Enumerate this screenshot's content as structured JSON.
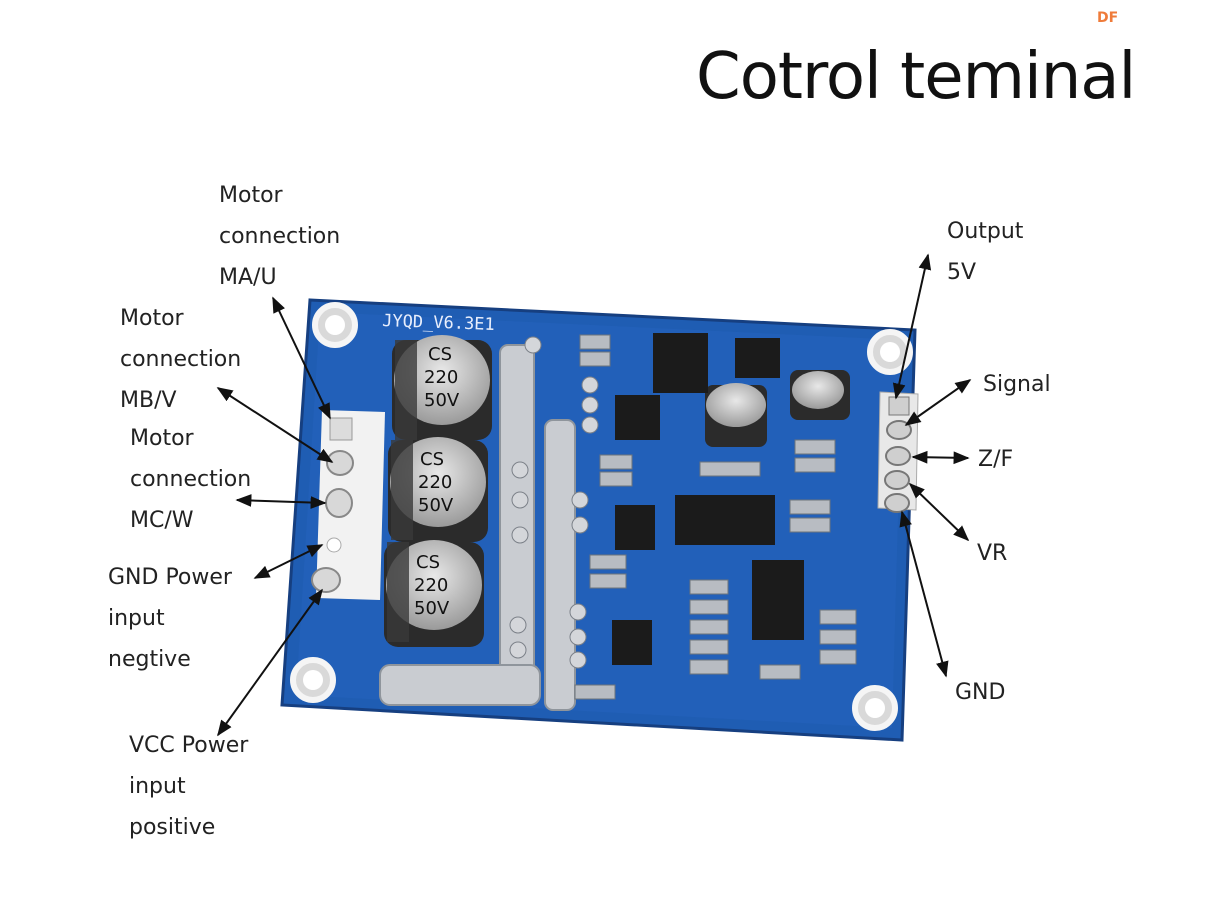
{
  "watermark": "DF",
  "title": "Cotrol teminal",
  "board": {
    "model": "JYQD_V6.3E1",
    "capacitors": [
      {
        "brand": "CS",
        "value": "220",
        "voltage": "50V"
      },
      {
        "brand": "CS",
        "value": "220",
        "voltage": "50V"
      },
      {
        "brand": "CS",
        "value": "220",
        "voltage": "50V"
      }
    ]
  },
  "labels": {
    "ma_u": [
      "Motor",
      "connection",
      "MA/U"
    ],
    "mb_v": [
      "Motor",
      "connection",
      "MB/V"
    ],
    "mc_w": [
      "Motor",
      "connection",
      "MC/W"
    ],
    "gnd_power": [
      "GND Power",
      "input",
      "negtive"
    ],
    "vcc_power": [
      "VCC Power",
      "input",
      "positive"
    ],
    "output_5v": [
      "Output",
      "5V"
    ],
    "signal": [
      "Signal"
    ],
    "zf": [
      "Z/F"
    ],
    "vr": [
      "VR"
    ],
    "gnd": [
      "GND"
    ]
  },
  "colors": {
    "pcb": "#1f5db3",
    "pcb_dark": "#174a96",
    "solder": "#c9ccd1",
    "capacitor": "#2b2b2b"
  }
}
